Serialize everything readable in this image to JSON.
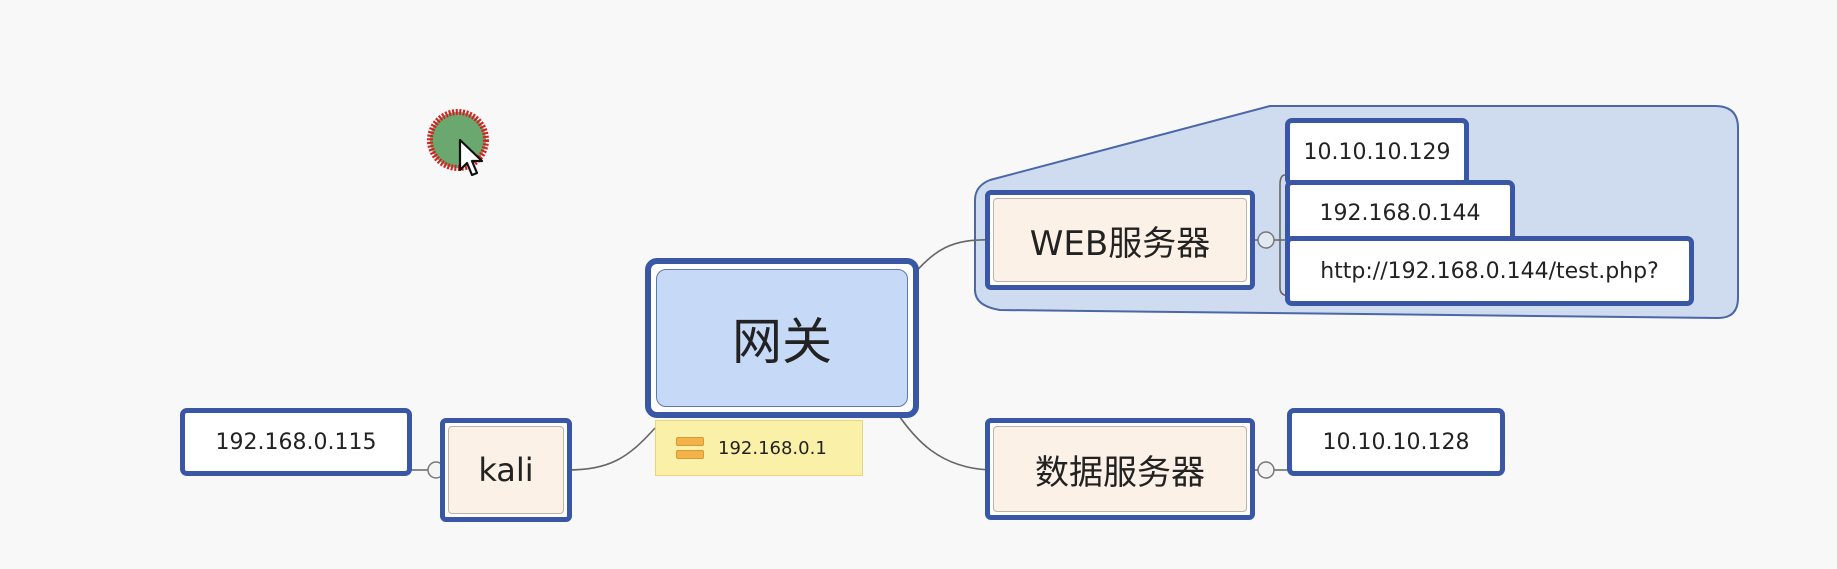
{
  "map": {
    "central": {
      "label": "网关",
      "note_ip": "192.168.0.1"
    },
    "left_branch": {
      "label": "kali",
      "ip": "192.168.0.115"
    },
    "right_branches": [
      {
        "label": "WEB服务器",
        "children": [
          "10.10.10.129",
          "192.168.0.144",
          "http://192.168.0.144/test.php?"
        ]
      },
      {
        "label": "数据服务器",
        "children": [
          "10.10.10.128"
        ]
      }
    ]
  },
  "colors": {
    "topic_border": "#3a57a6",
    "central_fill": "#c6d9f6",
    "topic_fill": "#fbf1e7",
    "boundary_fill": "#cfdcef",
    "note_fill": "#fbf0a8",
    "cursor_dot": "#6aa86f",
    "cursor_ring": "#d62020"
  },
  "icons": {
    "note": "note-icon",
    "cursor": "mouse-pointer-icon"
  }
}
